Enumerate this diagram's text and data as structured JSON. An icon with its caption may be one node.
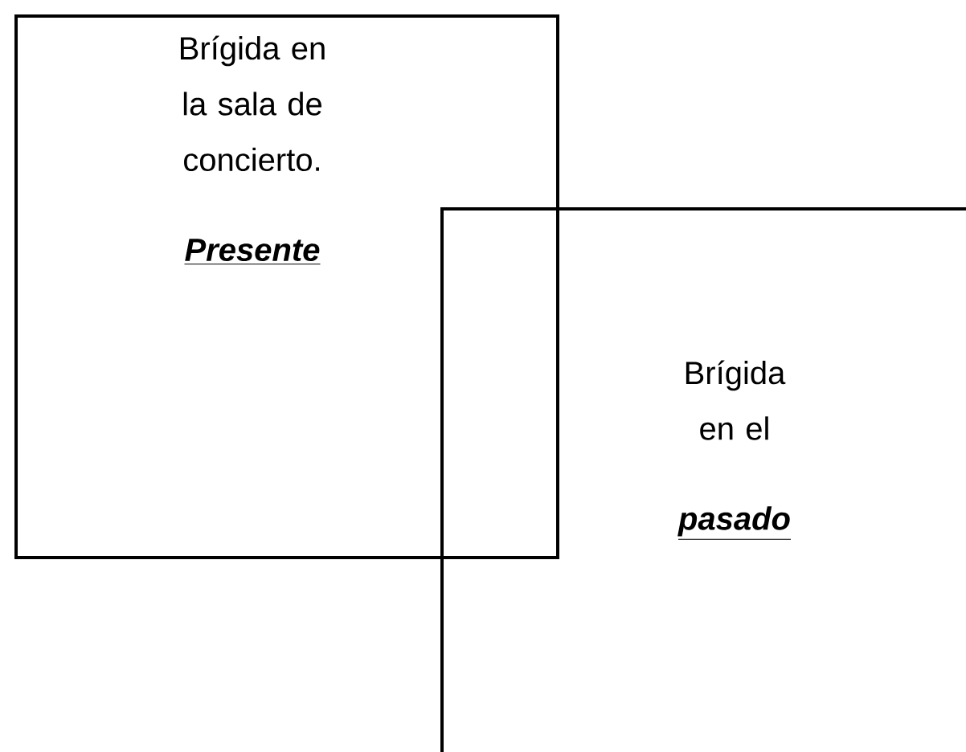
{
  "diagram": {
    "nodes": [
      {
        "text": [
          "Brígida en la sala de concierto.",
          "Presente"
        ]
      },
      {
        "text": [
          "Brígida en el",
          "pasado"
        ]
      }
    ]
  }
}
